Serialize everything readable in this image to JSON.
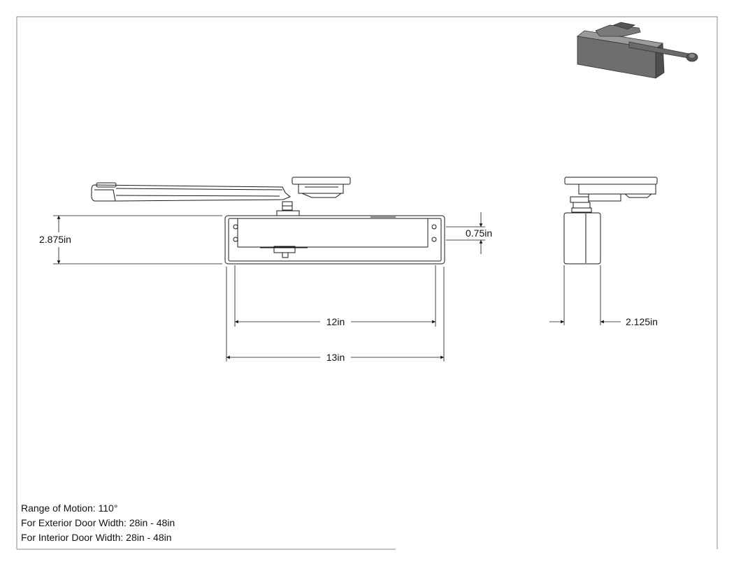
{
  "dimensions": {
    "height_main": "2.875in",
    "height_inner": "0.75in",
    "width_inner": "12in",
    "width_overall": "13in",
    "depth_side": "2.125in"
  },
  "specs": {
    "range_of_motion": "Range of Motion: 110°",
    "exterior_door_width": "For Exterior Door Width: 28in - 48in",
    "interior_door_width": "For Interior Door Width: 28in - 48in"
  },
  "colors": {
    "line": "#1a1a1a",
    "body_3d": "#6e6e6e"
  }
}
